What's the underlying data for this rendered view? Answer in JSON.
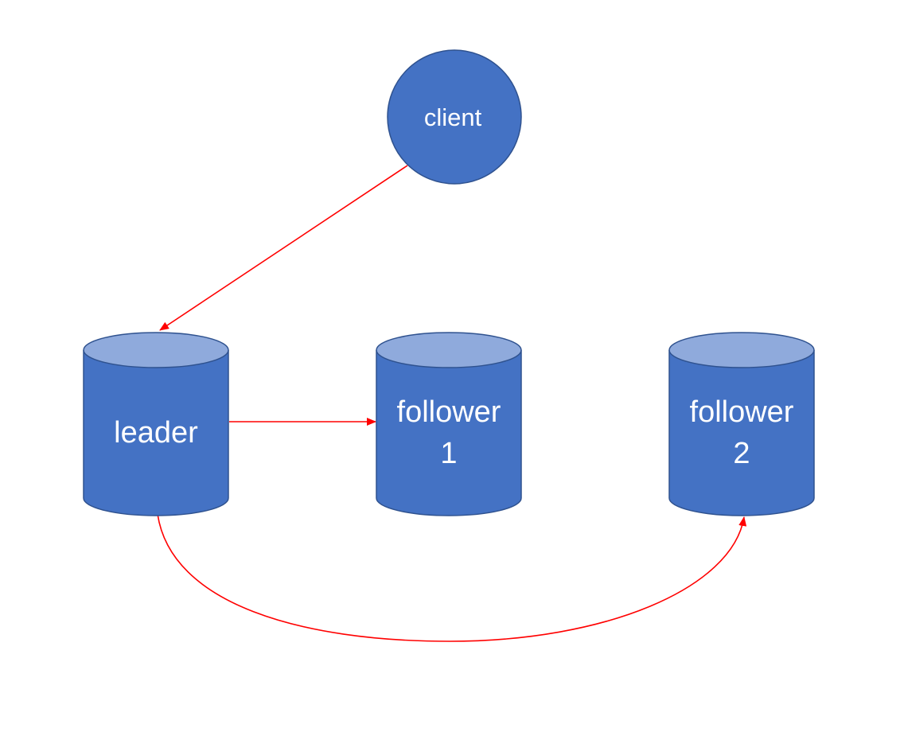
{
  "colors": {
    "node_fill": "#4472c4",
    "node_stroke": "#2f528f",
    "cylinder_top": "#8faadc",
    "edge": "#ff0000",
    "background": "#ffffff"
  },
  "nodes": {
    "client": {
      "shape": "circle",
      "lines": [
        "client"
      ]
    },
    "leader": {
      "shape": "cylinder",
      "lines": [
        "leader"
      ]
    },
    "follower1": {
      "shape": "cylinder",
      "lines": [
        "follower",
        "1"
      ]
    },
    "follower2": {
      "shape": "cylinder",
      "lines": [
        "follower",
        "2"
      ]
    }
  },
  "edges": [
    {
      "from": "client",
      "to": "leader",
      "style": "straight"
    },
    {
      "from": "leader",
      "to": "follower1",
      "style": "straight"
    },
    {
      "from": "leader",
      "to": "follower2",
      "style": "curved"
    }
  ]
}
